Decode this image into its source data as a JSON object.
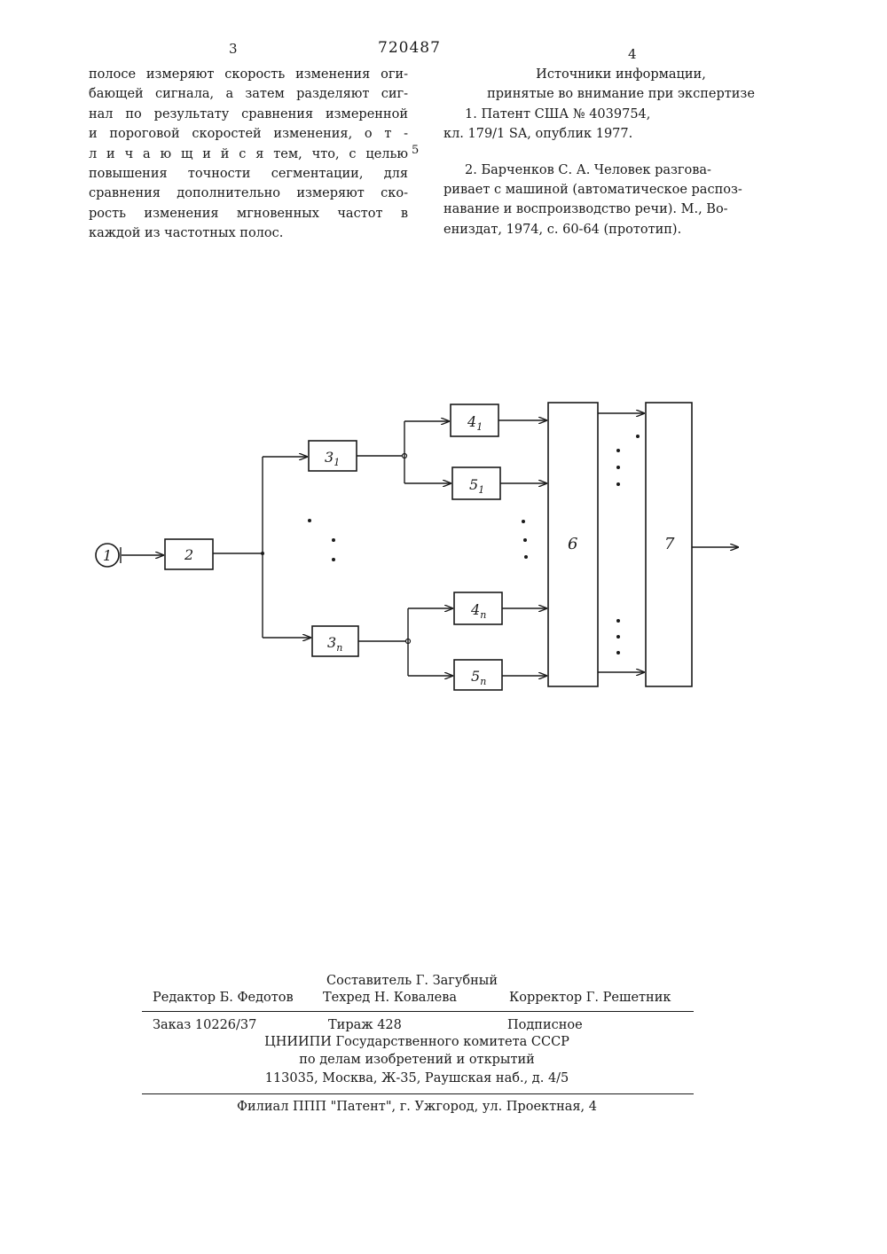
{
  "header": {
    "page_left": "3",
    "patent_number": "720487",
    "page_right": "4"
  },
  "left_column": {
    "lines": [
      "полосе измеряют скорость изменения оги-",
      "бающей сигнала, а затем разделяют сиг-",
      "нал по результату сравнения измеренной",
      "и пороговой скоростей изменения, о т -",
      "л и ч а ю щ и й с я  тем, что, с целью",
      "повышения точности сегментации, для",
      "сравнения дополнительно измеряют ско-",
      "рость изменения мгновенных частот  в",
      "каждой из частотных полос."
    ]
  },
  "margin_number": "5",
  "right_column": {
    "heading1": "Источники информации,",
    "heading2": "принятые во внимание при экспертизе",
    "ref1_line1": "1. Патент США № 4039754,",
    "ref1_line2": "кл. 179/1 SA, опублик 1977.",
    "ref2_line1": "2. Барченков С. А. Человек разгова-",
    "ref2_line2": "ривает с машиной (автоматическое распоз-",
    "ref2_line3": "навание и воспроизводство речи). М., Во-",
    "ref2_line4": "ениздат, 1974, с. 60-64 (прототип)."
  },
  "diagram": {
    "input_label": "1",
    "block_2": "2",
    "block_3_1": "3",
    "block_3_1_sub": "1",
    "block_3_n": "3",
    "block_3_n_sub": "n",
    "block_4_1": "4",
    "block_4_1_sub": "1",
    "block_5_1": "5",
    "block_5_1_sub": "1",
    "block_4_n": "4",
    "block_4_n_sub": "n",
    "block_5_n": "5",
    "block_5_n_sub": "n",
    "block_6": "6",
    "block_7": "7"
  },
  "colophon": {
    "compiler": "Составитель Г. Загубный",
    "editor": "Редактор Б. Федотов",
    "techred": "Техред Н. Ковалева",
    "corrector": "Корректор Г. Решетник",
    "order": "Заказ 10226/37",
    "circulation": "Тираж 428",
    "subscription": "Подписное",
    "org1": "ЦНИИПИ Государственного комитета СССР",
    "org2": "по делам изобретений и открытий",
    "address": "113035, Москва, Ж-35, Раушская наб., д. 4/5",
    "branch": "Филиал ППП \"Патент\", г. Ужгород, ул. Проектная, 4"
  }
}
